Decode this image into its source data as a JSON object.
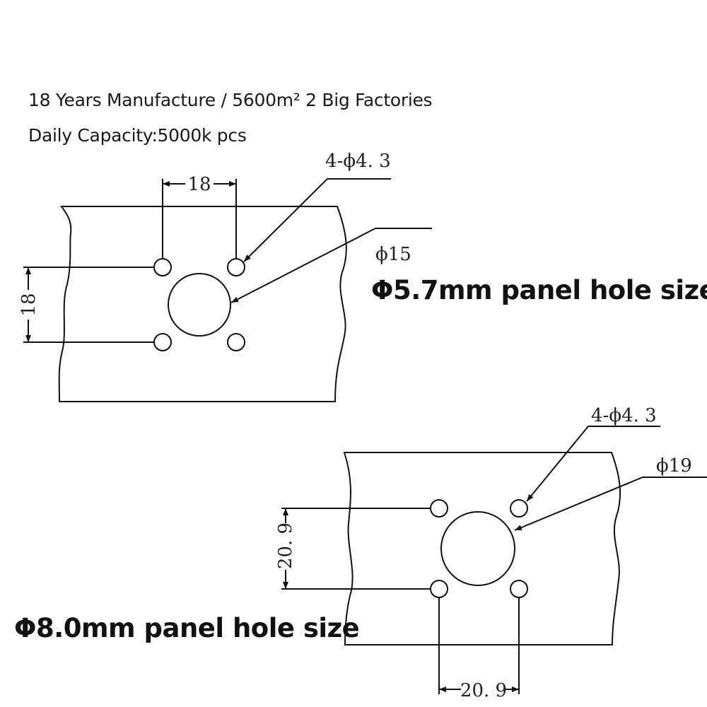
{
  "header": {
    "line1": "18 Years Manufacture / 5600m² 2 Big Factories",
    "line2": "Daily Capacity:5000k pcs"
  },
  "drawing_top": {
    "hole_callout": "4-ϕ4. 3",
    "center_callout": "ϕ15",
    "dim_horizontal": "18",
    "dim_vertical": "18",
    "caption": "Φ5.7mm panel hole size"
  },
  "drawing_bottom": {
    "hole_callout": "4-ϕ4. 3",
    "center_callout": "ϕ19",
    "dim_horizontal": "20. 9",
    "dim_vertical": "20. 9",
    "caption": "Φ8.0mm panel hole size"
  }
}
